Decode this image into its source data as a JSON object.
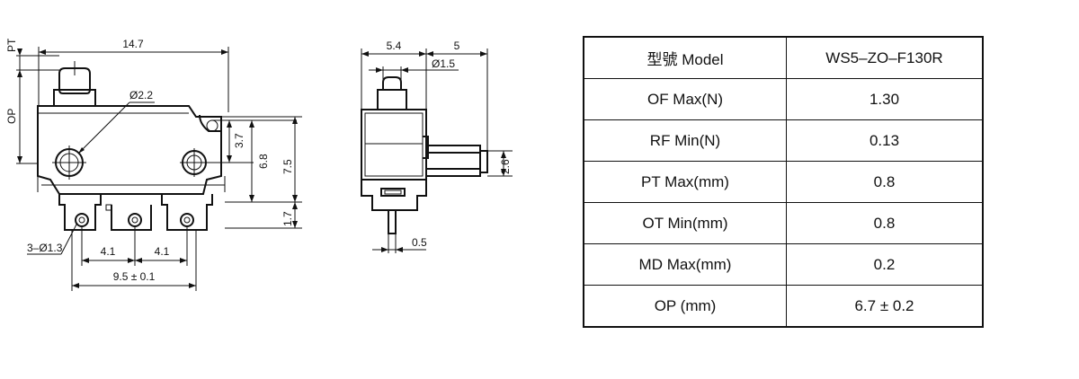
{
  "drawing": {
    "front_view": {
      "dim_width": "14.7",
      "label_pt": "PT",
      "label_op": "OP",
      "dim_hole_large": "Ø2.2",
      "dim_3_7": "3.7",
      "dim_6_8": "6.8",
      "dim_7_5": "7.5",
      "dim_1_7": "1.7",
      "dim_terminal_holes": "3–Ø1.3",
      "dim_pitch_left": "4.1",
      "dim_pitch_right": "4.1",
      "dim_span": "9.5 ± 0.1"
    },
    "side_view": {
      "dim_5_4": "5.4",
      "dim_5": "5",
      "dim_actuator": "Ø1.5",
      "dim_2_6": "2.6",
      "dim_0_5": "0.5"
    }
  },
  "spec_table": {
    "rows": [
      {
        "label": "型號 Model",
        "value": "WS5–ZO–F130R"
      },
      {
        "label": "OF Max(N)",
        "value": "1.30"
      },
      {
        "label": "RF Min(N)",
        "value": "0.13"
      },
      {
        "label": "PT Max(mm)",
        "value": "0.8"
      },
      {
        "label": "OT Min(mm)",
        "value": "0.8"
      },
      {
        "label": "MD Max(mm)",
        "value": "0.2"
      },
      {
        "label": "OP (mm)",
        "value": "6.7 ± 0.2"
      }
    ]
  }
}
